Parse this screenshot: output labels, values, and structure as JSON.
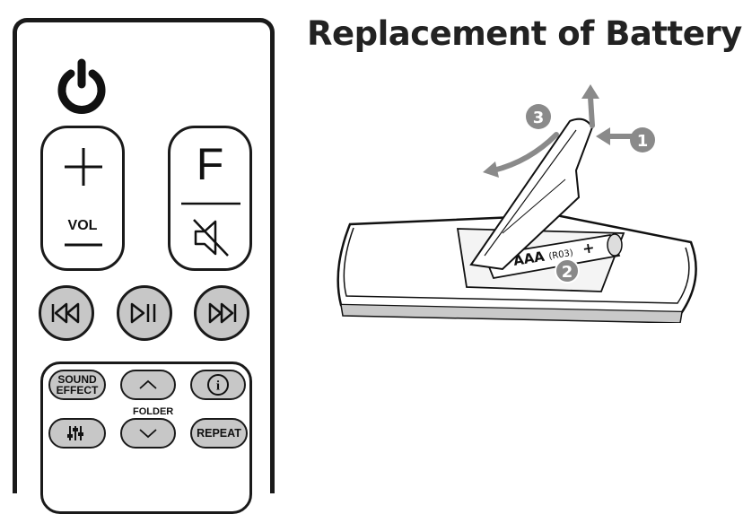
{
  "title": "Replacement of Battery",
  "remote": {
    "power_icon": "power-icon",
    "vol_label": "VOL",
    "function_label": "F",
    "mute_icon": "speaker-mute-icon",
    "transport": [
      "skip-back-icon",
      "play-pause-icon",
      "skip-forward-icon"
    ],
    "sound_effect_label": "SOUND\nEFFECT",
    "folder_label": "FOLDER",
    "info_label": "i",
    "eq_icon": "equalizer-icon",
    "repeat_label": "REPEAT"
  },
  "illustration": {
    "steps": [
      "1",
      "2",
      "3"
    ],
    "battery_label": "AAA",
    "battery_code": "(R03)",
    "battery_minus": "−",
    "battery_plus": "+"
  },
  "colors": {
    "button_gray": "#c7c7c7",
    "step_gray": "#8a8a8a",
    "outline": "#1a1a1a"
  }
}
